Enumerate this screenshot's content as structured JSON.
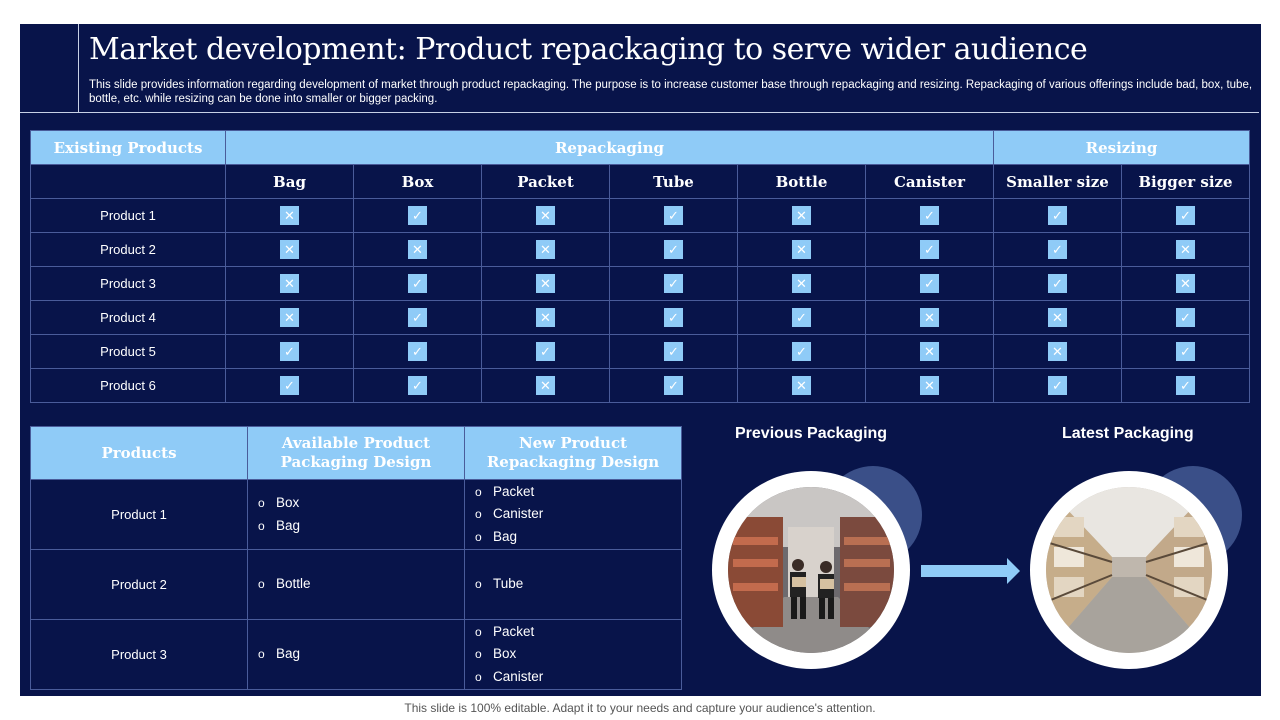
{
  "title": "Market development: Product repackaging to serve wider audience",
  "subtitle": "This slide provides information regarding development of market through product repackaging. The purpose is to increase customer base through repackaging and resizing. Repackaging of various offerings include bad, box, tube, bottle, etc. while resizing can be done into smaller or bigger packing.",
  "matrix": {
    "group_headers": [
      "Existing Products",
      "Repackaging",
      "Resizing"
    ],
    "columns": [
      "Bag",
      "Box",
      "Packet",
      "Tube",
      "Bottle",
      "Canister",
      "Smaller size",
      "Bigger size"
    ],
    "check_glyph": "✓",
    "cross_glyph": "✕",
    "rows": [
      {
        "label": "Product 1",
        "cells": [
          "x",
          "v",
          "x",
          "v",
          "x",
          "v",
          "v",
          "v"
        ]
      },
      {
        "label": "Product 2",
        "cells": [
          "x",
          "x",
          "x",
          "v",
          "x",
          "v",
          "v",
          "x"
        ]
      },
      {
        "label": "Product 3",
        "cells": [
          "x",
          "v",
          "x",
          "v",
          "x",
          "v",
          "v",
          "x"
        ]
      },
      {
        "label": "Product 4",
        "cells": [
          "x",
          "v",
          "x",
          "v",
          "v",
          "x",
          "x",
          "v"
        ]
      },
      {
        "label": "Product 5",
        "cells": [
          "v",
          "v",
          "v",
          "v",
          "v",
          "x",
          "x",
          "v"
        ]
      },
      {
        "label": "Product 6",
        "cells": [
          "v",
          "v",
          "x",
          "v",
          "x",
          "x",
          "v",
          "v"
        ]
      }
    ]
  },
  "design_table": {
    "headers": [
      "Products",
      "Available Product Packaging Design",
      "New Product Repackaging Design"
    ],
    "rows": [
      {
        "product": "Product 1",
        "available": [
          "Box",
          "Bag"
        ],
        "new": [
          "Packet",
          "Canister",
          "Bag"
        ]
      },
      {
        "product": "Product 2",
        "available": [
          "Bottle"
        ],
        "new": [
          "Tube"
        ]
      },
      {
        "product": "Product 3",
        "available": [
          "Bag"
        ],
        "new": [
          "Packet",
          "Box",
          "Canister"
        ]
      }
    ]
  },
  "packaging": {
    "previous_label": "Previous Packaging",
    "latest_label": "Latest Packaging"
  },
  "footer": "This slide is 100% editable. Adapt it to your needs and capture your audience's attention.",
  "colors": {
    "background": "#08144a",
    "header_fill": "#8fcbf7",
    "grid": "#4a5c9a",
    "arrow": "#8fcbf7"
  }
}
